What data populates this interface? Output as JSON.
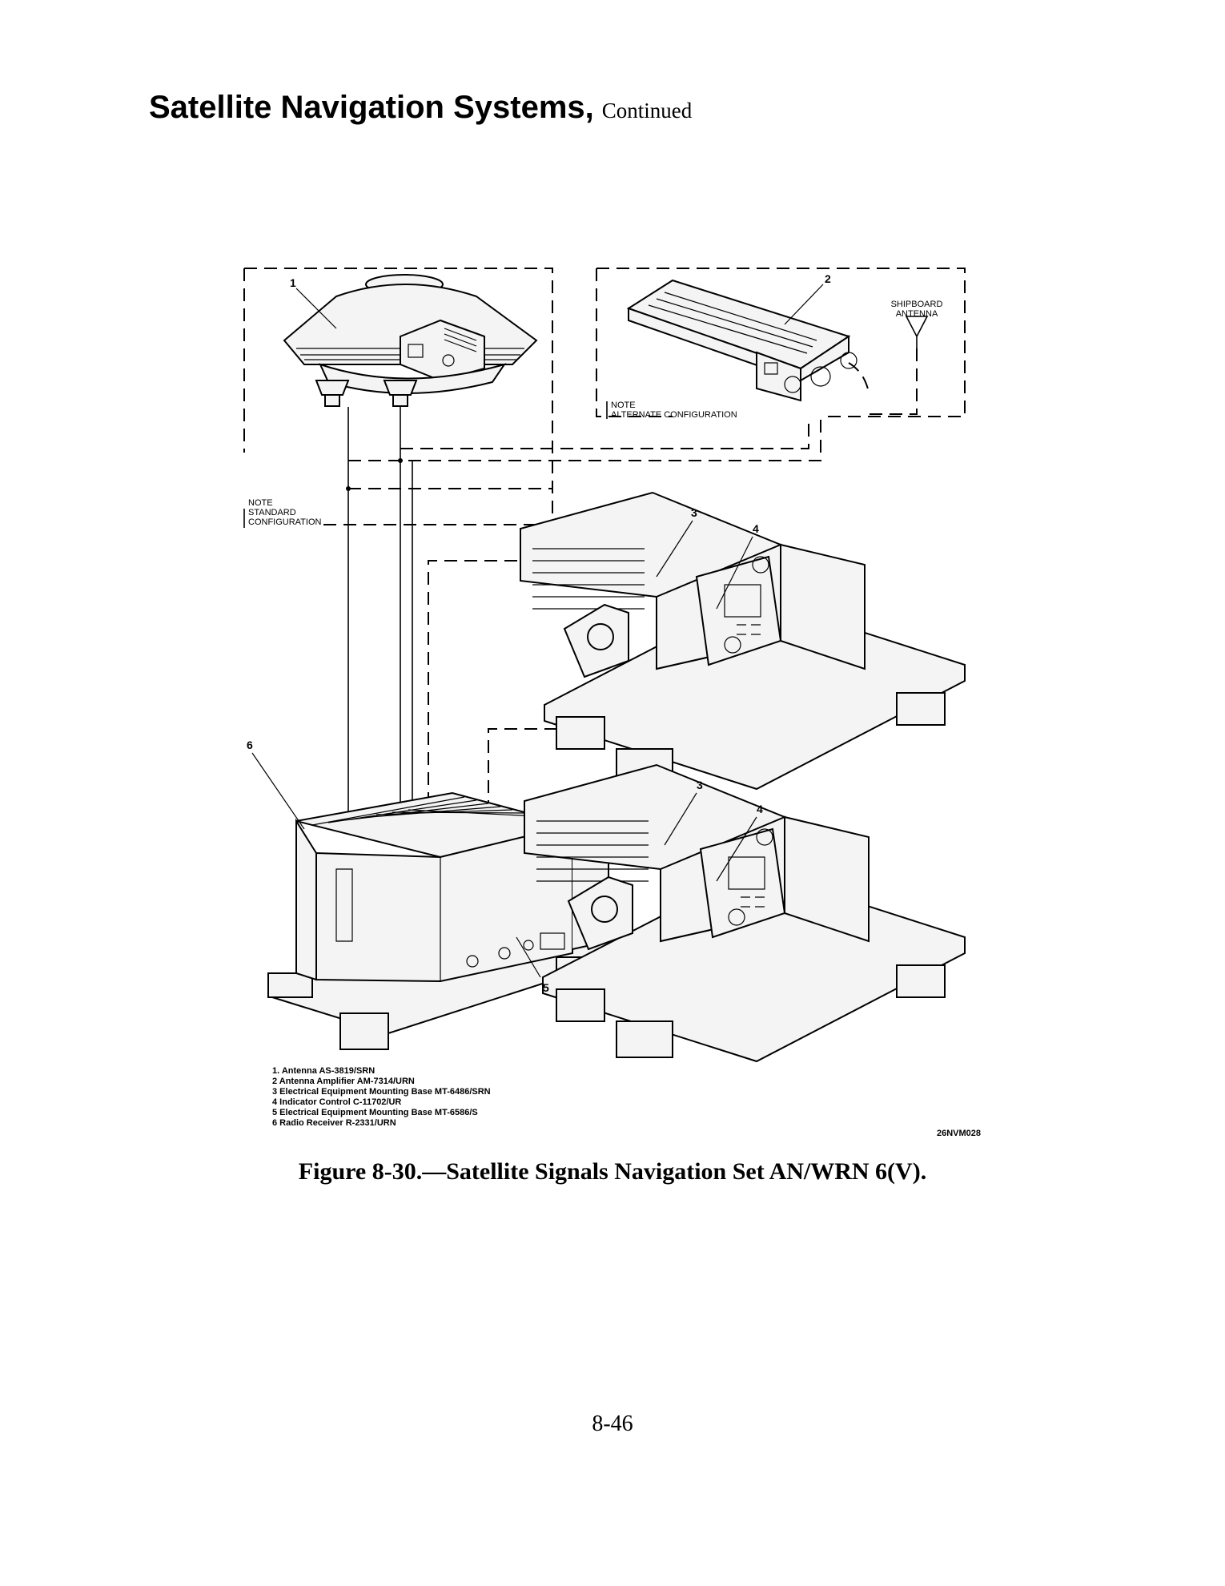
{
  "header": {
    "title": "Satellite Navigation Systems,",
    "continued": "Continued"
  },
  "figure": {
    "callouts": {
      "c1": "1",
      "c2": "2",
      "c3a": "3",
      "c3b": "3",
      "c4a": "4",
      "c4b": "4",
      "c5": "5",
      "c6": "6"
    },
    "antenna_label": [
      "SHIPBOARD",
      "ANTENNA"
    ],
    "note_alternate": [
      "NOTE",
      "ALTERNATE CONFIGURATION"
    ],
    "note_standard": [
      "NOTE",
      "STANDARD",
      "CONFIGURATION"
    ],
    "legend": [
      "1.  Antenna AS-3819/SRN",
      "2   Antenna Amplifier AM-7314/URN",
      "3   Electrical Equipment Mounting Base MT-6486/SRN",
      "4   Indicator Control C-11702/UR",
      "5   Electrical Equipment Mounting Base MT-6586/S",
      "6   Radio Receiver R-2331/URN"
    ],
    "drawing_id": "26NVM028"
  },
  "caption": "Figure 8-30.—Satellite Signals Navigation Set AN/WRN 6(V).",
  "page_number": "8-46"
}
